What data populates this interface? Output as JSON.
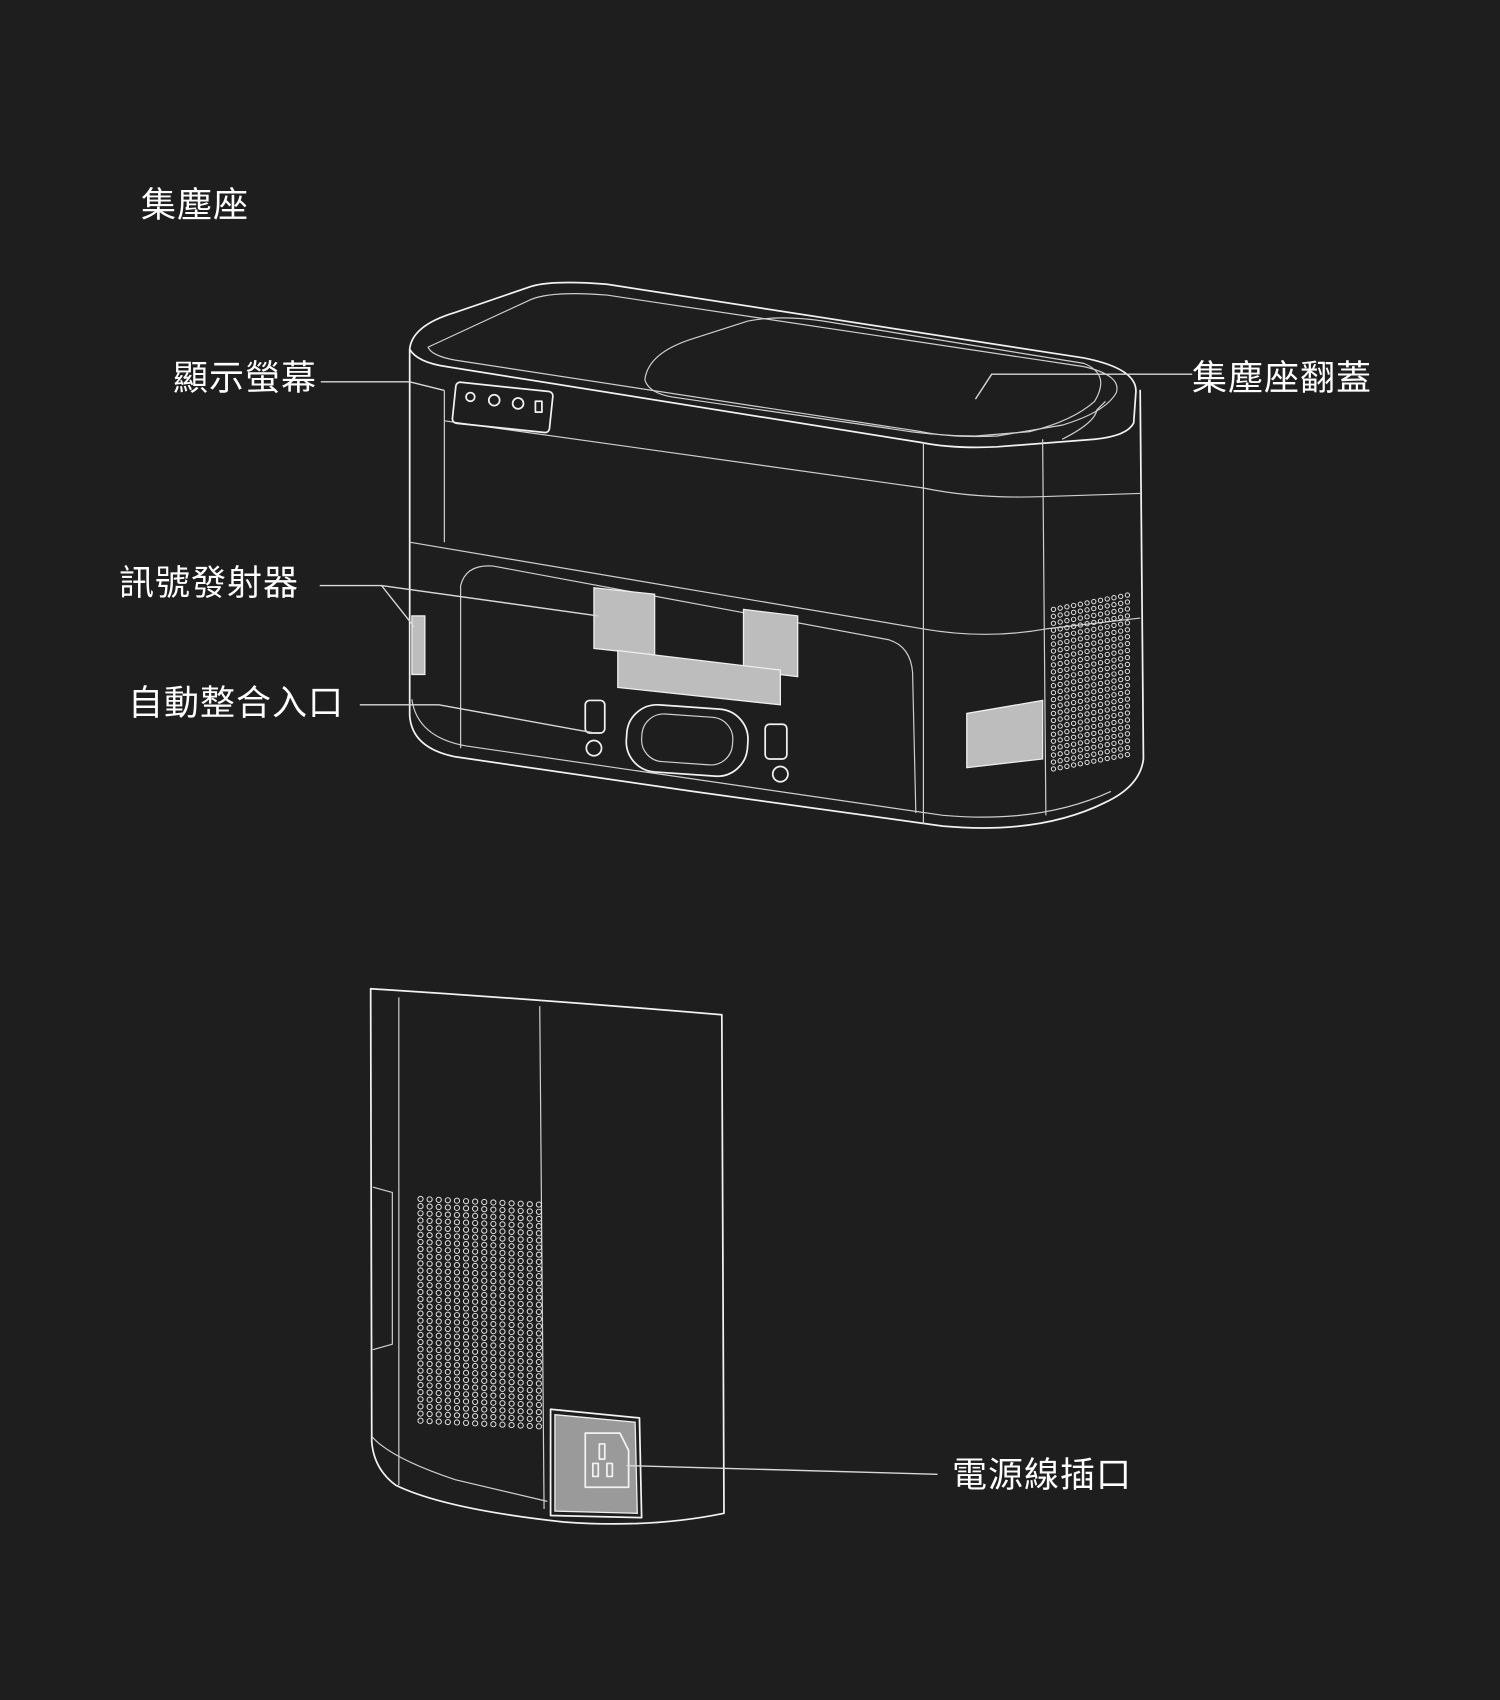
{
  "title": "集塵座",
  "labels": {
    "display": "顯示螢幕",
    "lid": "集塵座翻蓋",
    "signal": "訊號發射器",
    "inlet": "自動整合入口",
    "power": "電源線插口"
  },
  "colors": {
    "background": "#1e1e1e",
    "line": "#f2f2f2",
    "pad": "#bdbdbd"
  }
}
